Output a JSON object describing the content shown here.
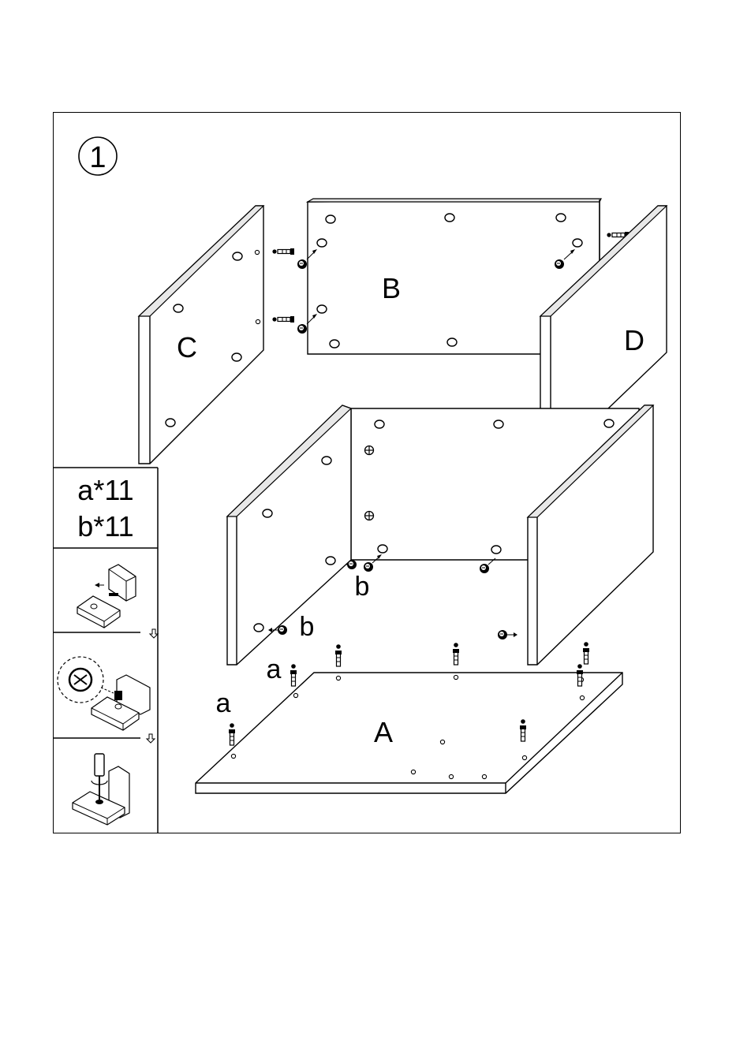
{
  "step": {
    "number": "1"
  },
  "panels": {
    "A": "A",
    "B": "B",
    "C": "C",
    "D": "D"
  },
  "hardware": {
    "count_a": "a*11",
    "count_b": "b*11",
    "label_a": "a",
    "label_b": "b"
  },
  "colors": {
    "line": "#000000",
    "panel_fill": "#ffffff",
    "edge_fill": "#e8e8e8"
  }
}
